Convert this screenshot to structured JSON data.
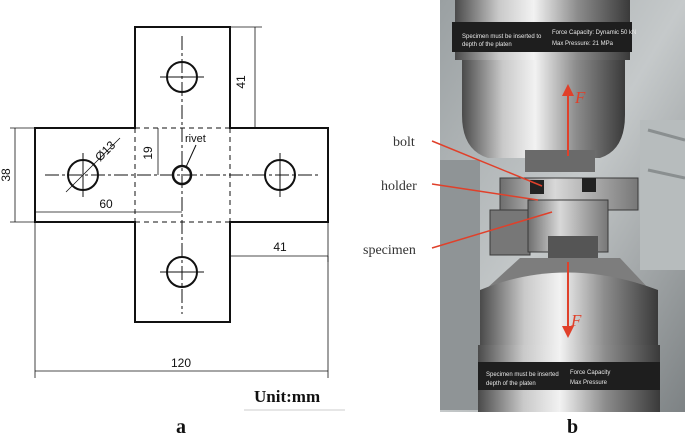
{
  "panel_a": {
    "dimensions": {
      "top_arm_height": "41",
      "hole_diameter": "Ø13",
      "rivet_offset": "19",
      "cross_height": "38",
      "hole_spacing": "60",
      "bottom_arm_width": "41",
      "total_width": "120"
    },
    "rivet_label": "rivet",
    "unit_label": "Unit:mm",
    "panel_label": "a"
  },
  "panel_b": {
    "callouts": {
      "bolt": "bolt",
      "holder": "holder",
      "specimen": "specimen"
    },
    "force_top": "F",
    "force_bottom": "F",
    "panel_label": "b",
    "colors": {
      "force_arrow": "#e0402a",
      "callout_line": "#e0402a"
    }
  }
}
